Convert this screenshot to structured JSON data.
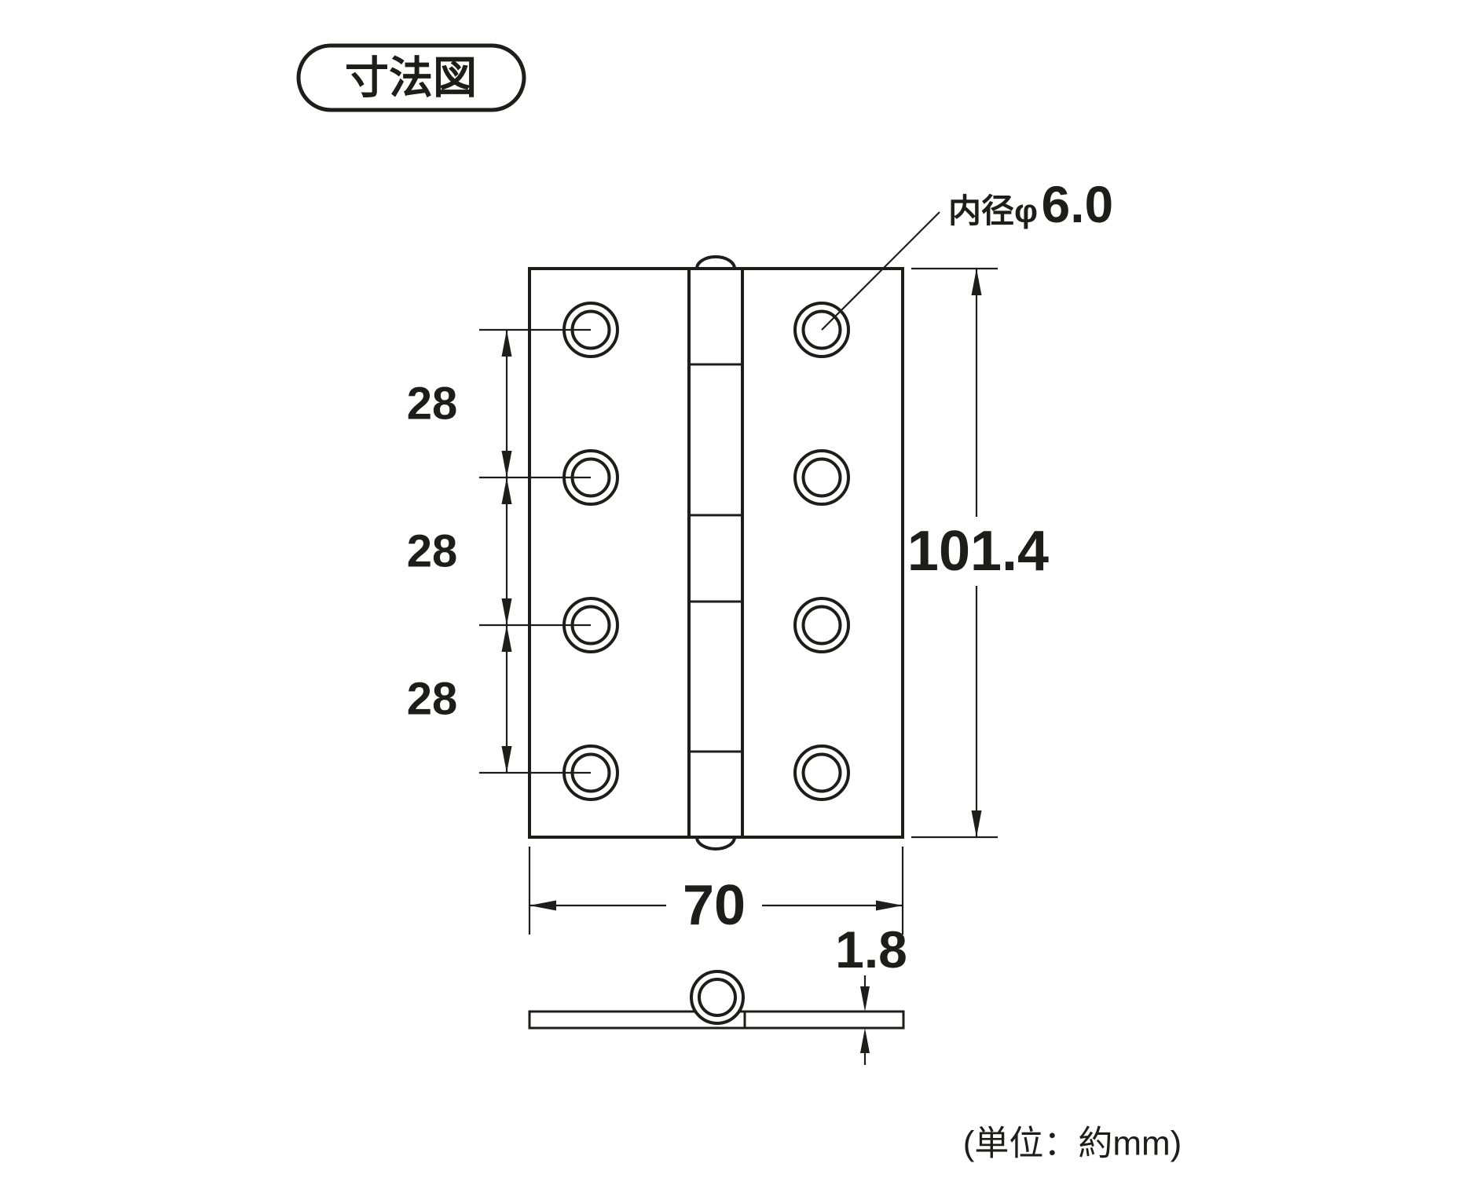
{
  "title_badge": {
    "label": "寸法図"
  },
  "drawing": {
    "hole_note": {
      "prefix": "内径φ",
      "value": "6.0"
    },
    "dims": {
      "spacing": [
        "28",
        "28",
        "28"
      ],
      "height": "101.4",
      "width": "70",
      "thickness": "1.8"
    },
    "unit_note": "(単位：約mm)",
    "colors": {
      "line": "#1d1d1b",
      "background": "#ffffff"
    }
  }
}
